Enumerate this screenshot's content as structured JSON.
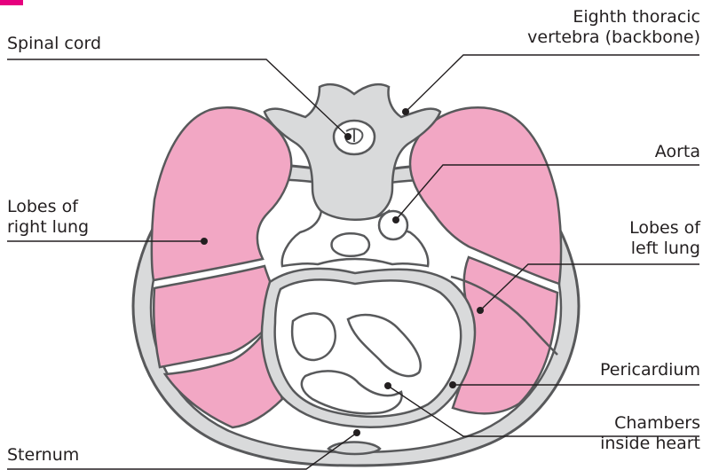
{
  "colors": {
    "lung": "#f2a7c4",
    "bone": "#d9dadb",
    "outline": "#58595b",
    "tissue": "#ffffff",
    "label_line": "#231f20",
    "accent": "#e6007e"
  },
  "labels": {
    "spinal_cord": "Spinal cord",
    "vertebra_line1": "Eighth thoracic",
    "vertebra_line2": "vertebra (backbone)",
    "aorta": "Aorta",
    "right_lung_line1": "Lobes of",
    "right_lung_line2": "right lung",
    "left_lung_line1": "Lobes of",
    "left_lung_line2": "left lung",
    "pericardium": "Pericardium",
    "chambers_line1": "Chambers",
    "chambers_line2": "inside heart",
    "sternum": "Sternum"
  }
}
